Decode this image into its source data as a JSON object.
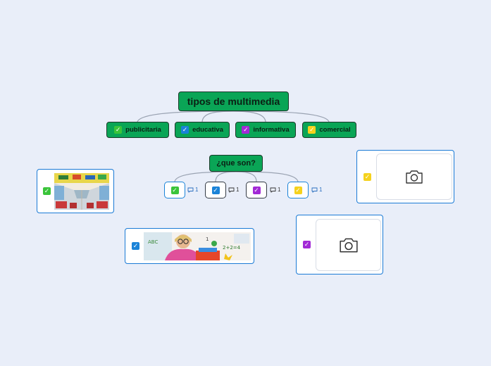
{
  "map": {
    "main_topic": "tipos de multimedia",
    "subtopics": [
      {
        "label": "publicitaria",
        "check": "green"
      },
      {
        "label": "educativa",
        "check": "blue"
      },
      {
        "label": "informativa",
        "check": "purple"
      },
      {
        "label": "comercial",
        "check": "yellow"
      }
    ],
    "question": "¿que son?",
    "leaves": [
      {
        "check": "green",
        "comments": "1"
      },
      {
        "check": "blue",
        "comments": "1"
      },
      {
        "check": "purple",
        "comments": "1"
      },
      {
        "check": "yellow",
        "comments": "1"
      }
    ]
  },
  "colors": {
    "topic_fill": "#0aa556",
    "background": "#e9eef9",
    "green": "#3ac43a",
    "blue": "#1a83d8",
    "purple": "#a22ad6",
    "yellow": "#f5d21d"
  },
  "icons": {
    "check": "checkmark-icon",
    "comment": "comment-bubble-icon",
    "placeholder": "camera-icon"
  },
  "image_cards": [
    {
      "check": "green",
      "content": "bus-interior-photo"
    },
    {
      "check": "blue",
      "content": "child-with-books-photo"
    },
    {
      "check": "yellow",
      "content": "camera-placeholder"
    },
    {
      "check": "purple",
      "content": "camera-placeholder"
    }
  ]
}
